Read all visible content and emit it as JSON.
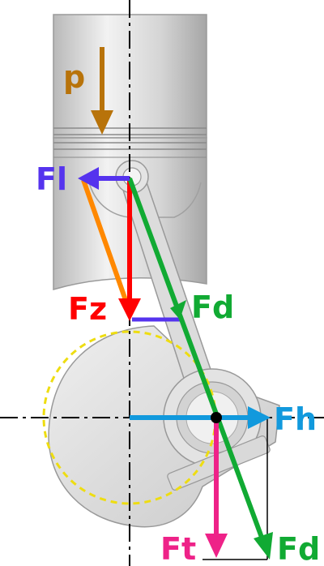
{
  "labels": {
    "pressure": "p",
    "lateral_force": "Fl",
    "piston_force": "Fz",
    "rod_force_upper": "Fd",
    "horizontal_force": "Fh",
    "tangential_force": "Ft",
    "rod_force_lower": "Fd"
  },
  "colors": {
    "pressure": "#b8730a",
    "lateral_force": "#5533ee",
    "piston_force": "#ff0000",
    "rod_force": "#11aa33",
    "horizontal_force": "#1199dd",
    "tangential_force": "#ee2288",
    "lateral_component": "#ff8800",
    "crank_circle": "#eedd11",
    "metal_light": "#e6e6e6",
    "metal_dark": "#a8a8a8",
    "axis": "#000000"
  }
}
